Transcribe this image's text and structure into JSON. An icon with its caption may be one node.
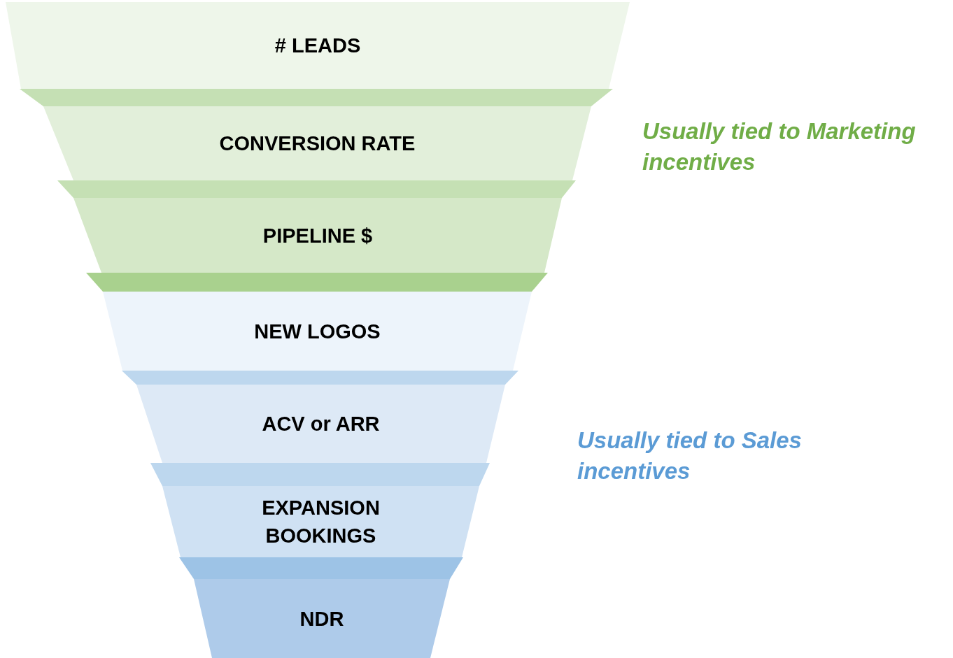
{
  "diagram": {
    "nodes": [
      {
        "text": [
          "# LEADS"
        ]
      },
      {
        "text": [
          "CONVERSION RATE"
        ]
      },
      {
        "text": [
          "PIPELINE $"
        ]
      },
      {
        "text": [
          "NEW LOGOS"
        ]
      },
      {
        "text": [
          "ACV or ARR"
        ]
      },
      {
        "text": [
          "EXPANSION BOOKINGS"
        ]
      },
      {
        "text": [
          "NDR"
        ]
      }
    ],
    "edges": [],
    "labels": [
      "Usually tied to Marketing incentives",
      "Usually tied to Sales incentives"
    ]
  }
}
